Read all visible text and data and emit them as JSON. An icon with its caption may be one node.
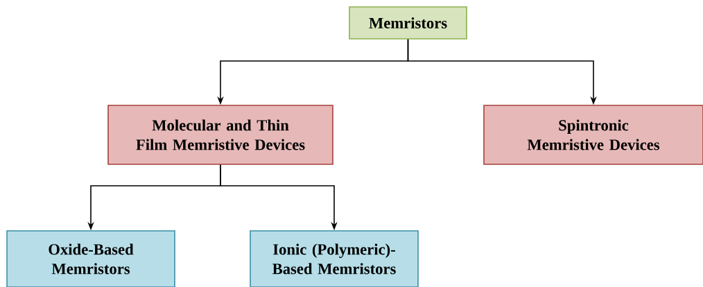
{
  "diagram": {
    "nodes": [
      {
        "text": [
          "Memristors"
        ]
      },
      {
        "text": [
          "Molecular and Thin Film Memristive Devices"
        ]
      },
      {
        "text": [
          "Spintronic Memristive Devices"
        ]
      },
      {
        "text": [
          "Oxide-Based Memristors"
        ]
      },
      {
        "text": [
          "Ionic (Polymeric)-Based Memristors"
        ]
      }
    ],
    "edges": [
      {
        "from": 0,
        "to": 1,
        "arrow": "to"
      },
      {
        "from": 0,
        "to": 2,
        "arrow": "to"
      },
      {
        "from": 1,
        "to": 3,
        "arrow": "to"
      },
      {
        "from": 1,
        "to": 4,
        "arrow": "to"
      }
    ]
  }
}
